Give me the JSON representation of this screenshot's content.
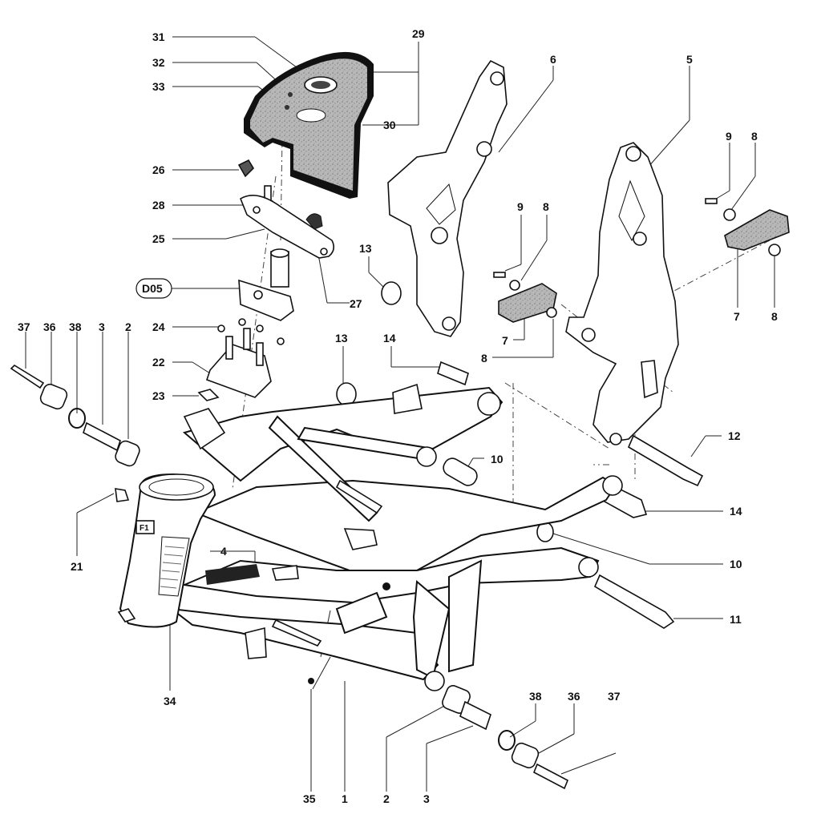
{
  "diagram": {
    "labels": {
      "p1": "1",
      "p2a": "2",
      "p2b": "2",
      "p3a": "3",
      "p3b": "3",
      "p4": "4",
      "p5": "5",
      "p6": "6",
      "p7a": "7",
      "p7b": "7",
      "p8a": "8",
      "p8b": "8",
      "p8c": "8",
      "p8d": "8",
      "p9a": "9",
      "p9b": "9",
      "p10a": "10",
      "p10b": "10",
      "p11": "11",
      "p12": "12",
      "p13a": "13",
      "p13b": "13",
      "p14a": "14",
      "p14b": "14",
      "p21": "21",
      "p22": "22",
      "p23": "23",
      "p24": "24",
      "p25": "25",
      "p26": "26",
      "p27": "27",
      "p28": "28",
      "p29": "29",
      "p30": "30",
      "p31": "31",
      "p32": "32",
      "p33": "33",
      "p34": "34",
      "p35": "35",
      "p36a": "36",
      "p36b": "36",
      "p37a": "37",
      "p37b": "37",
      "p38a": "38",
      "p38b": "38",
      "d05": "D05"
    },
    "colors": {
      "ink": "#111111",
      "background": "#ffffff",
      "shading": "#9a9a9a"
    }
  }
}
